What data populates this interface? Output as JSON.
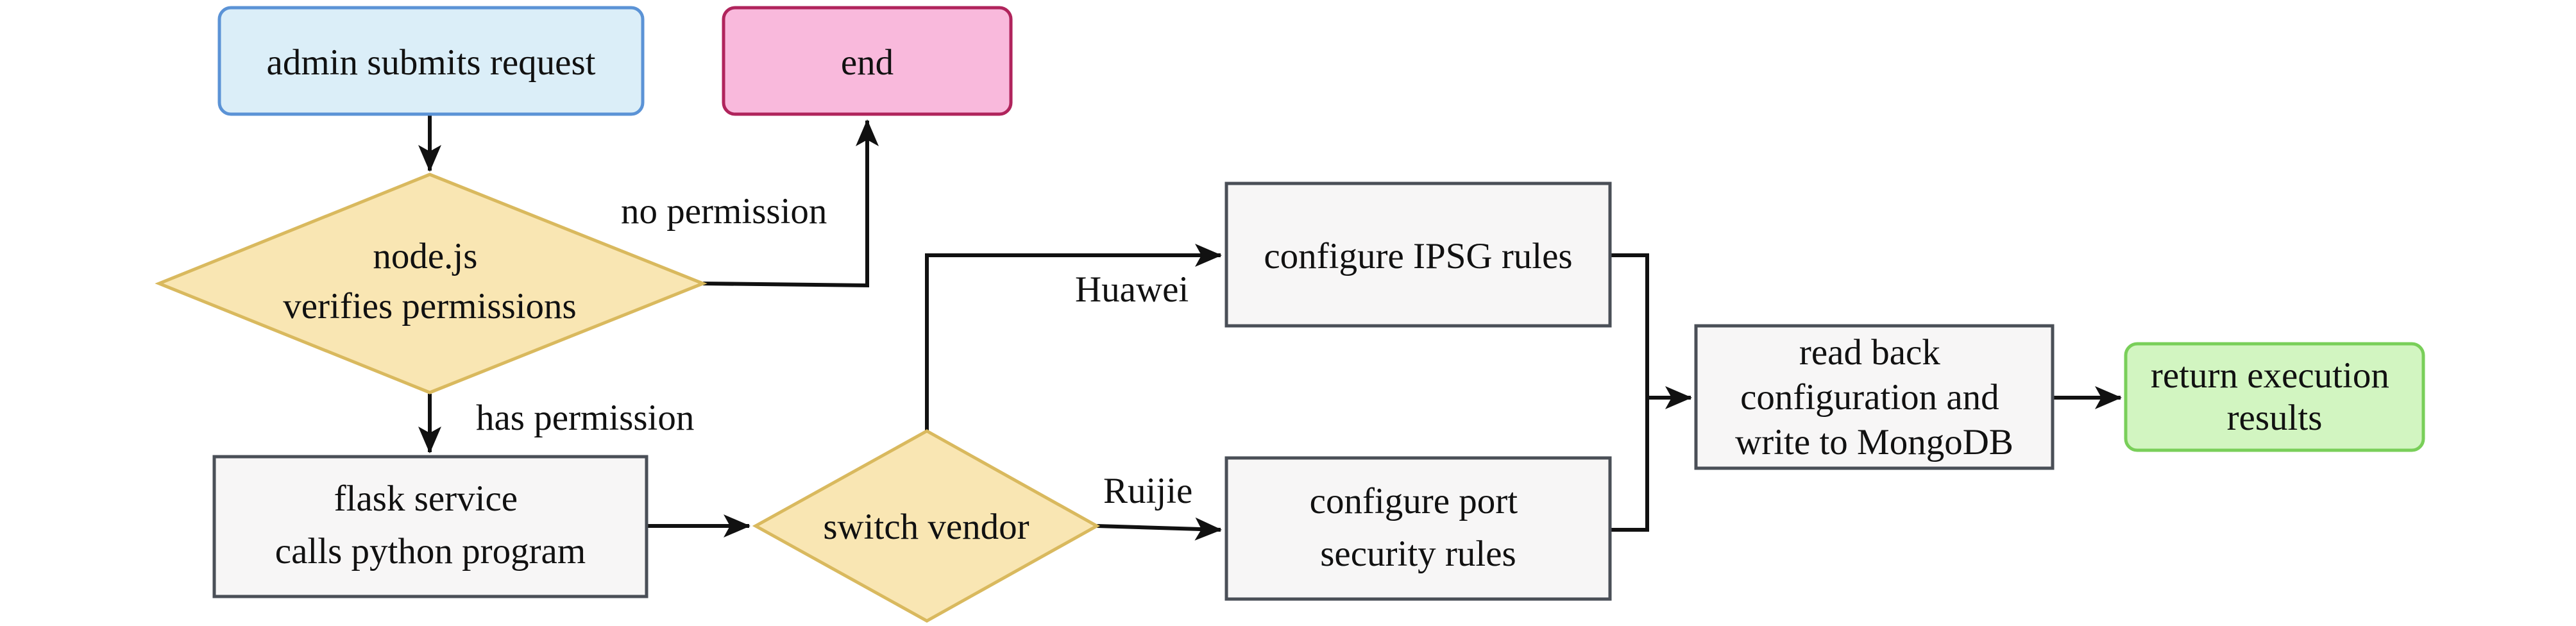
{
  "nodes": {
    "admin_submits": {
      "lines": [
        "admin submits request"
      ],
      "color": "#dbeef8",
      "border": "#5b93d6"
    },
    "end": {
      "lines": [
        "end"
      ],
      "color": "#f9b9dc",
      "border": "#b0245c"
    },
    "verify_permissions": {
      "lines": [
        "node.js",
        "verifies permissions"
      ],
      "color": "#f9e6b3",
      "border": "#d9b95e"
    },
    "flask_service": {
      "lines": [
        "flask service",
        "calls python program"
      ],
      "color": "#f7f6f6",
      "border": "#4a4f57"
    },
    "switch_vendor": {
      "lines": [
        "switch vendor"
      ],
      "color": "#f9e6b3",
      "border": "#d9b95e"
    },
    "configure_ipsg": {
      "lines": [
        "configure IPSG rules"
      ],
      "color": "#f7f6f6",
      "border": "#4a4f57"
    },
    "configure_port_security": {
      "lines": [
        "configure port",
        "security rules"
      ],
      "color": "#f7f6f6",
      "border": "#4a4f57"
    },
    "read_back": {
      "lines": [
        "read back",
        "configuration and",
        "write to MongoDB"
      ],
      "color": "#f7f6f6",
      "border": "#4a4f57"
    },
    "return_results": {
      "lines": [
        "return execution",
        "results"
      ],
      "color": "#d2f5c1",
      "border": "#79cf59"
    }
  },
  "edges": {
    "no_permission": "no permission",
    "has_permission": "has permission",
    "huawei": "Huawei",
    "ruijie": "Ruijie"
  }
}
